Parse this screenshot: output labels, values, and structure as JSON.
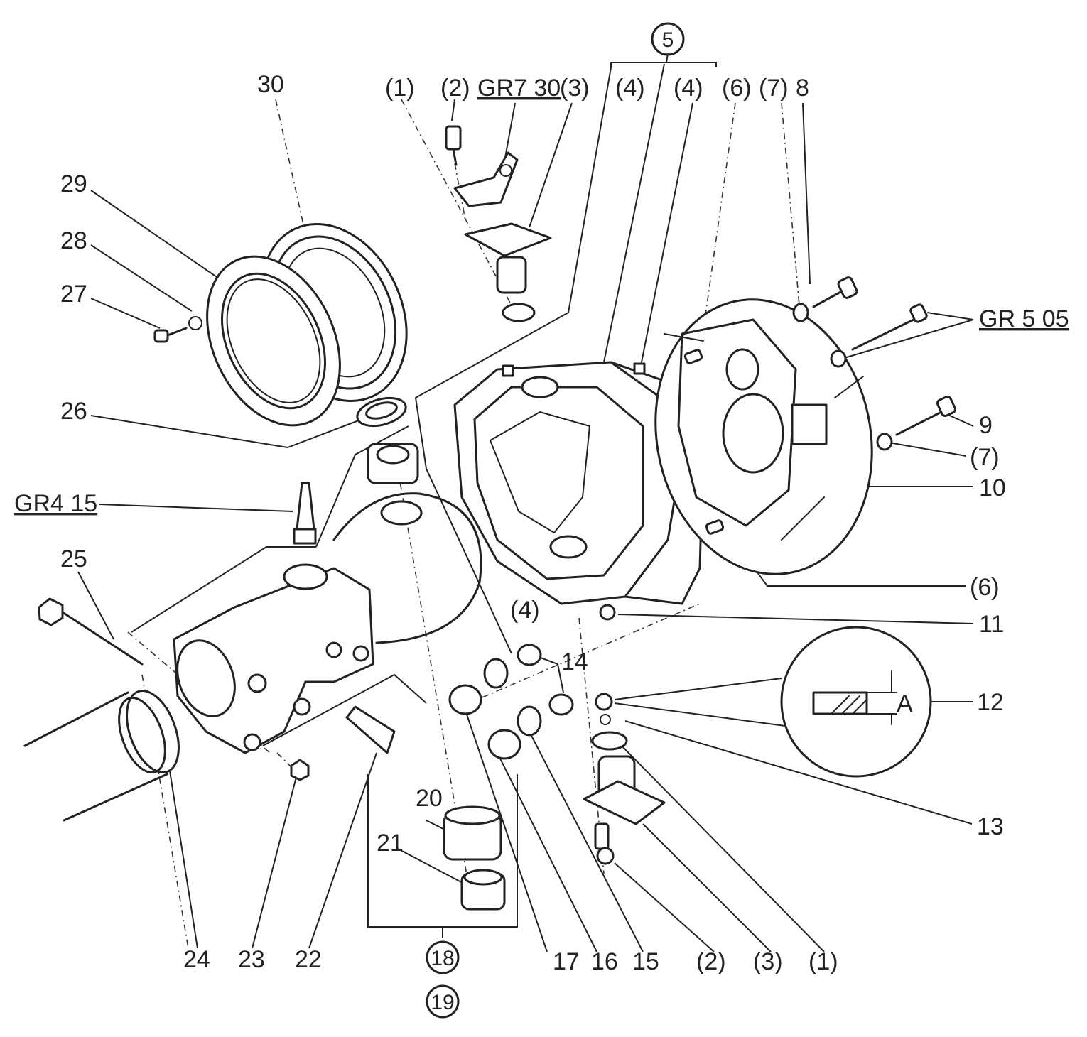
{
  "labels": {
    "g5": "5",
    "n30": "30",
    "n1_top": "(1)",
    "n2_top": "(2)",
    "gr7_30": "GR7 30",
    "n3_top": "(3)",
    "n4_a": "(4)",
    "n4_b": "(4)",
    "n6_top": "(6)",
    "n7_top": "(7)",
    "n8": "8",
    "n29": "29",
    "n28": "28",
    "n27": "27",
    "gr5_05": "GR 5 05",
    "n26": "26",
    "n9": "9",
    "n7_right": "(7)",
    "n10": "10",
    "gr4_15": "GR4 15",
    "n25": "25",
    "n6_right": "(6)",
    "n4_mid": "(4)",
    "n11": "11",
    "n14": "14",
    "n12": "12",
    "detail_A": "A",
    "n13": "13",
    "n20": "20",
    "n21": "21",
    "n24": "24",
    "n23": "23",
    "n22": "22",
    "g18": "18",
    "g19": "19",
    "n17": "17",
    "n16": "16",
    "n15": "15",
    "n2_bot": "(2)",
    "n3_bot": "(3)",
    "n1_bot": "(1)"
  }
}
